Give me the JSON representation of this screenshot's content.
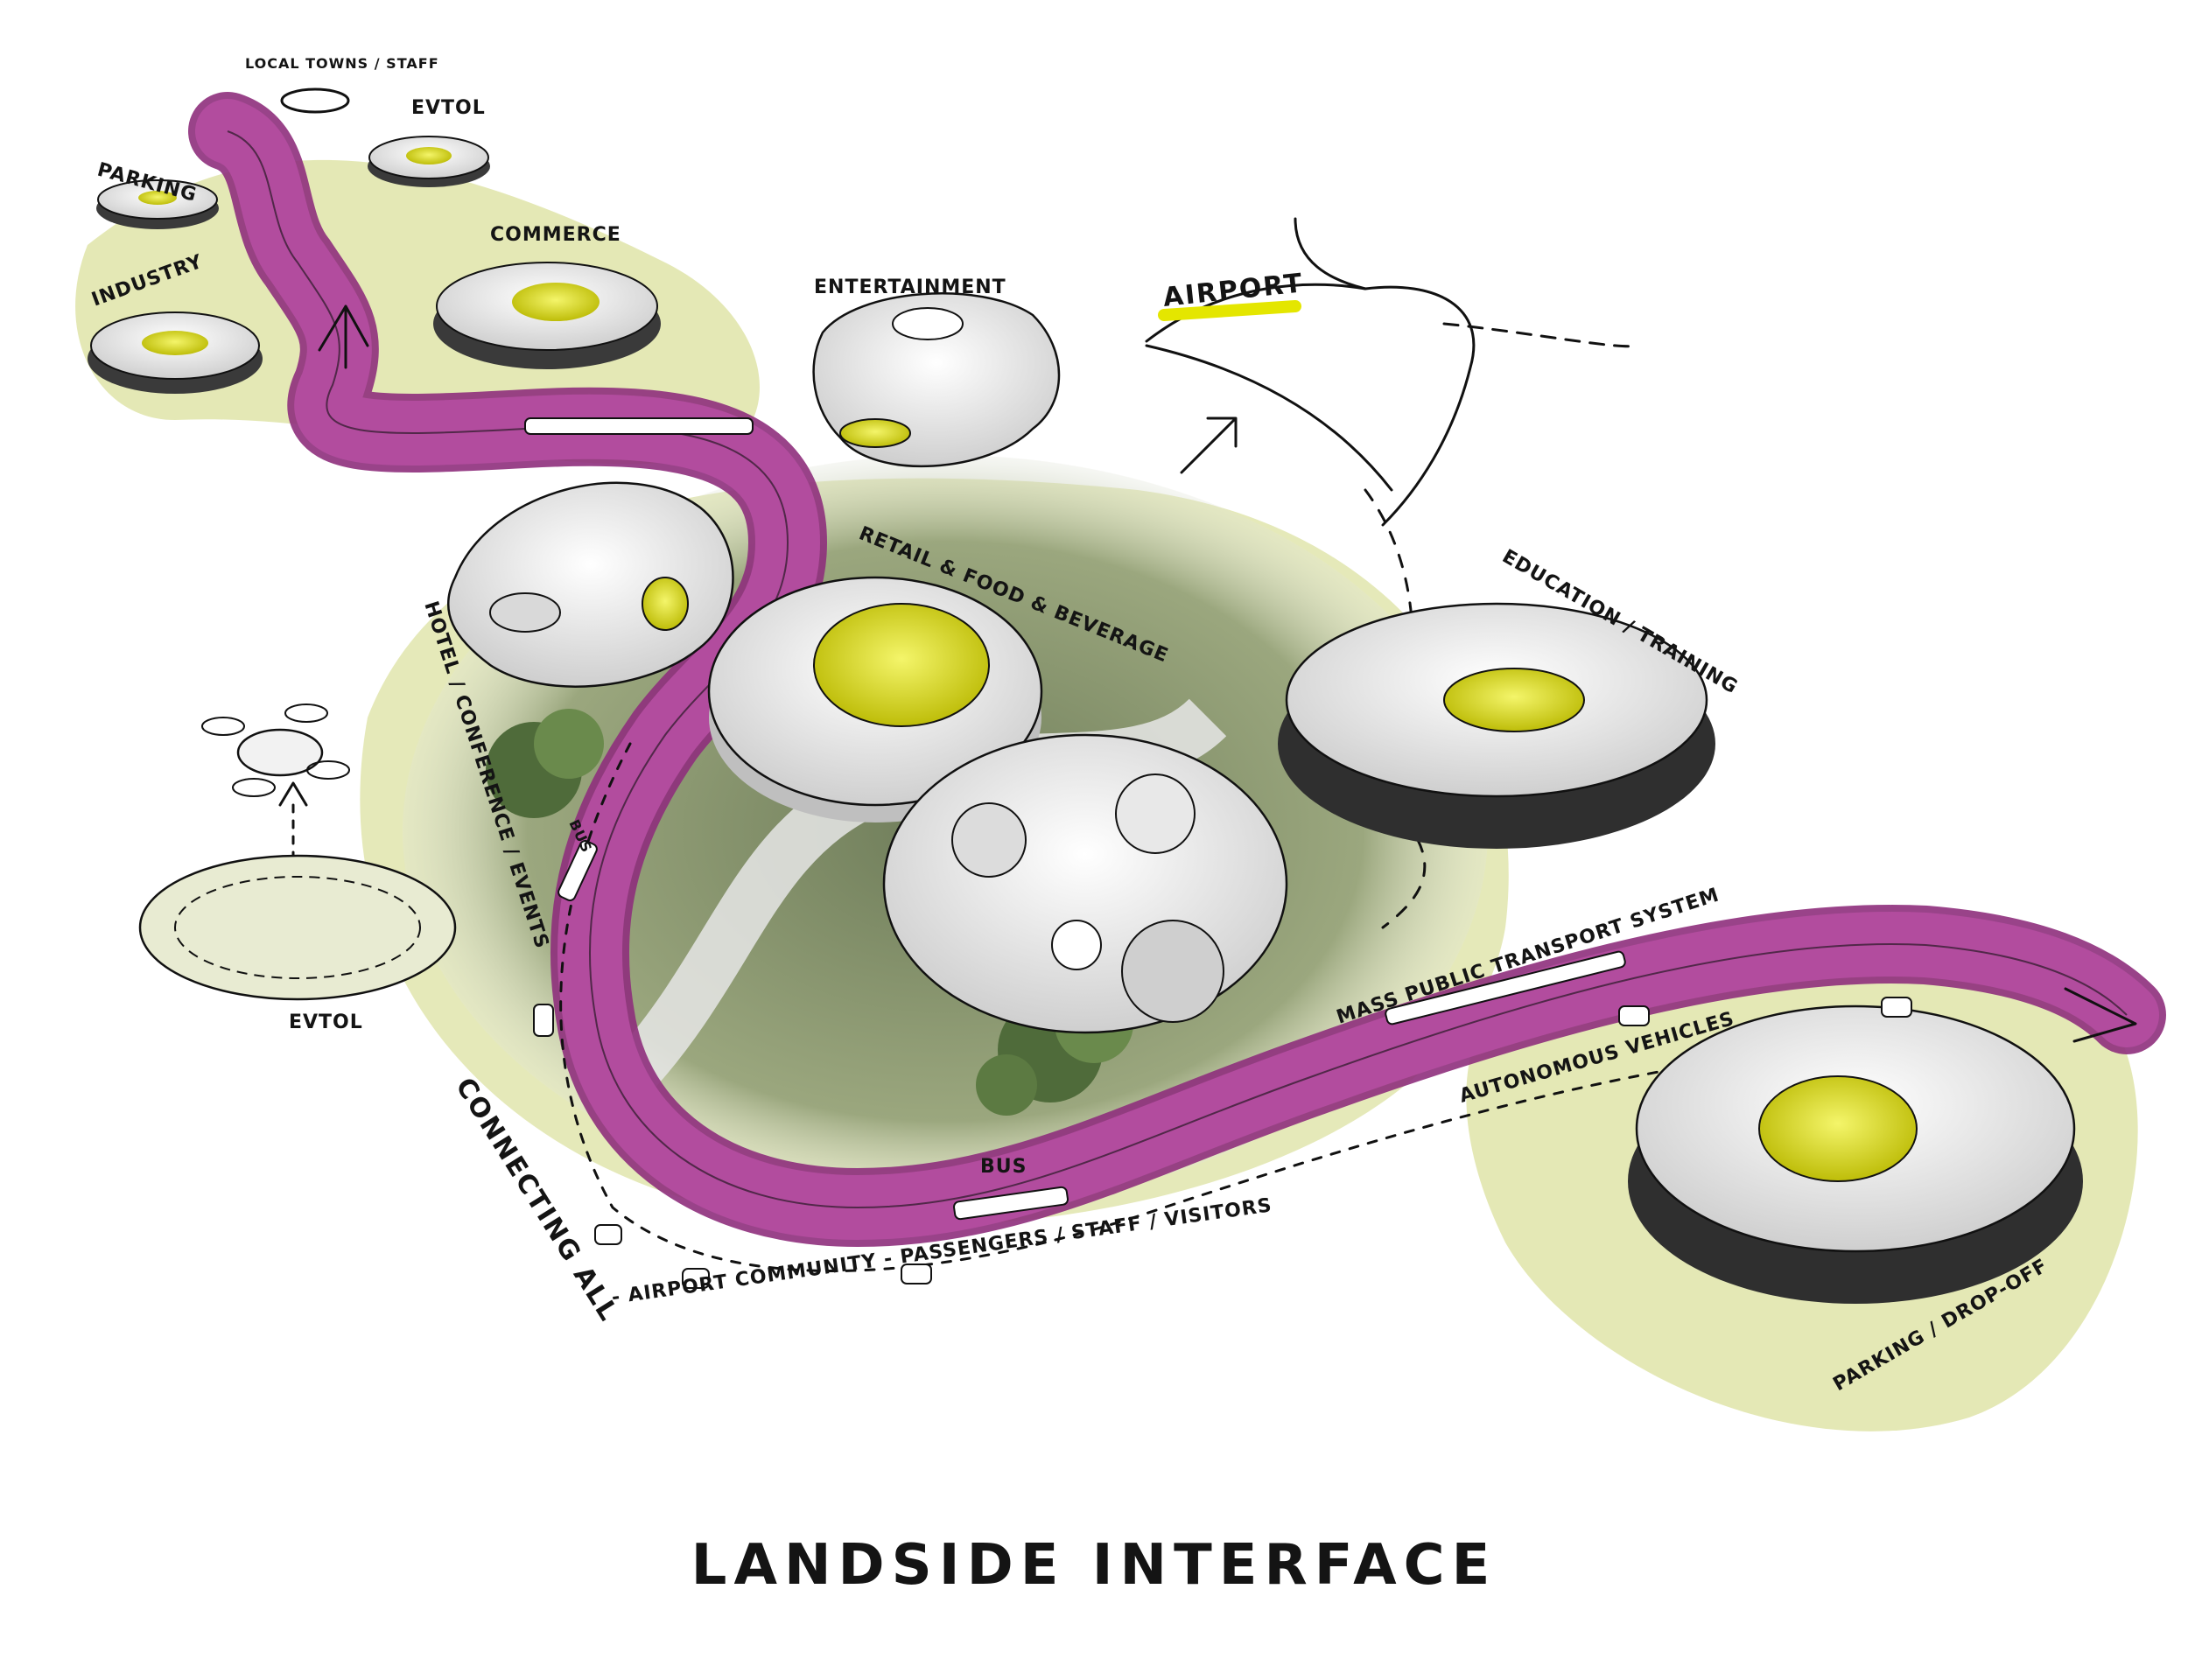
{
  "title": "LANDSIDE INTERFACE",
  "labels": {
    "local_towns": "LOCAL TOWNS / STAFF",
    "evtol_top": "EVTOL",
    "parking_top": "PARKING",
    "commerce": "COMMERCE",
    "industry": "INDUSTRY",
    "entertainment": "ENTERTAINMENT",
    "airport": "AIRPORT",
    "hotel": "HOTEL / CONFERENCE / EVENTS",
    "retail": "RETAIL & FOOD & BEVERAGE",
    "education": "EDUCATION / TRAINING",
    "bus_left": "BUS",
    "evtol_pad": "EVTOL",
    "mass_transport": "MASS PUBLIC TRANSPORT SYSTEM",
    "autonomous": "AUTONOMOUS VEHICLES",
    "connecting": "CONNECTING ALL",
    "community": "- AIRPORT COMMUNITY - PASSENGERS / STAFF / VISITORS",
    "bus_bottom": "BUS",
    "parking_dropoff": "PARKING / DROP-OFF"
  },
  "colors": {
    "road": "#b24c9e",
    "road_edge": "#8e2f7c",
    "grass": "#dfe4a8",
    "accent_yellow": "#e4e600",
    "building": "#f2f2f2",
    "shadow": "#3a3a3a",
    "tree": "#4f6b3a",
    "ink": "#111111"
  }
}
